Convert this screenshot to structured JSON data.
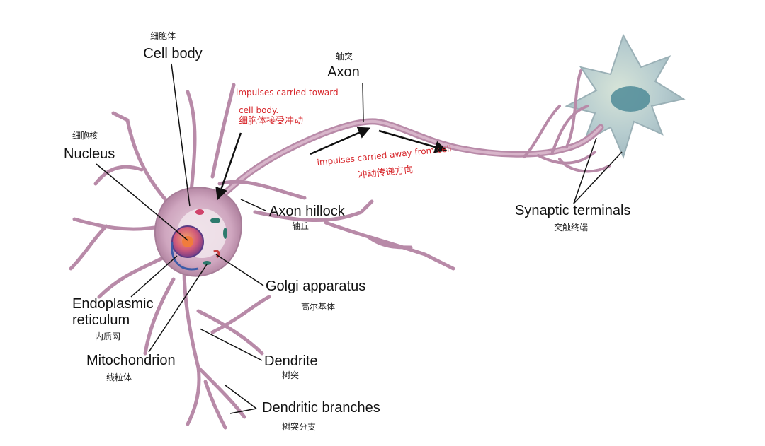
{
  "labels": {
    "cell_body": {
      "en": "Cell body",
      "zh": "细胞体"
    },
    "nucleus": {
      "en": "Nucleus",
      "zh": "细胞核"
    },
    "axon": {
      "en": "Axon",
      "zh": "轴突"
    },
    "axon_hillock": {
      "en": "Axon hillock",
      "zh": "轴丘"
    },
    "golgi": {
      "en": "Golgi apparatus",
      "zh": "高尔基体"
    },
    "er": {
      "en_line1": "Endoplasmic",
      "en_line2": "reticulum",
      "zh": "内质网"
    },
    "mito": {
      "en": "Mitochondrion",
      "zh": "线粒体"
    },
    "dendrite": {
      "en": "Dendrite",
      "zh": "树突"
    },
    "dendritic_branches": {
      "en": "Dendritic branches",
      "zh": "树突分支"
    },
    "synaptic": {
      "en": "Synaptic terminals",
      "zh": "突触终端"
    }
  },
  "impulses": {
    "toward_line1": "impulses carried toward",
    "toward_line2": "cell body.",
    "toward_zh": "细胞体接受冲动",
    "away_en": "impulses carried away from cell",
    "away_zh": "冲动传递方向"
  },
  "colors": {
    "neuron": "#c9a0b8",
    "neuron_dark": "#9e6f8e",
    "soma": "#d7b7cb",
    "nucleus": "#c55a8a",
    "target_cell": "#b9cdd3",
    "target_nucleus": "#4f8b98",
    "impulse_text": "#d7262b"
  }
}
